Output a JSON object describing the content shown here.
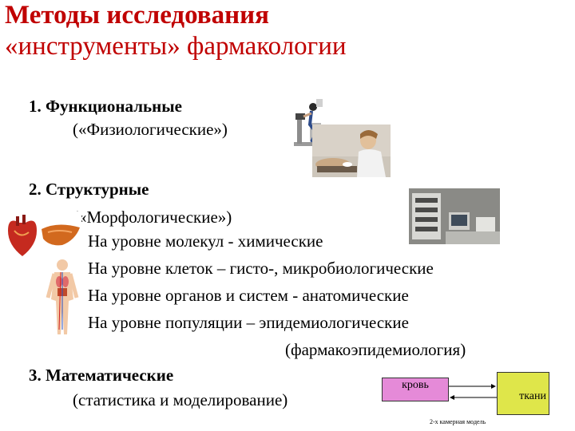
{
  "title": {
    "line1": "Методы исследования",
    "line2": "«инструменты» фармакологии"
  },
  "sections": {
    "functional": {
      "heading": "1. Функциональные",
      "sub": "(«Физиологические»)"
    },
    "structural": {
      "heading": "2. Структурные",
      "sub": "(«Морфологические»)",
      "levels": [
        "На уровне молекул - химические",
        "На уровне клеток – гисто-, микробиологические",
        "На уровне органов и систем - анатомические",
        "На уровне популяции – эпидемиологические",
        "(фармакоэпидемиология)"
      ]
    },
    "math": {
      "heading": "3. Математические",
      "sub": "(статистика и моделирование)"
    }
  },
  "diagram": {
    "blood_label": "кровь",
    "tissue_label": "ткани",
    "caption": "2-х камерная модель",
    "colors": {
      "blood": "#e58ad8",
      "tissue": "#dfe64a"
    }
  },
  "colors": {
    "title": "#c00000",
    "text": "#000000"
  }
}
